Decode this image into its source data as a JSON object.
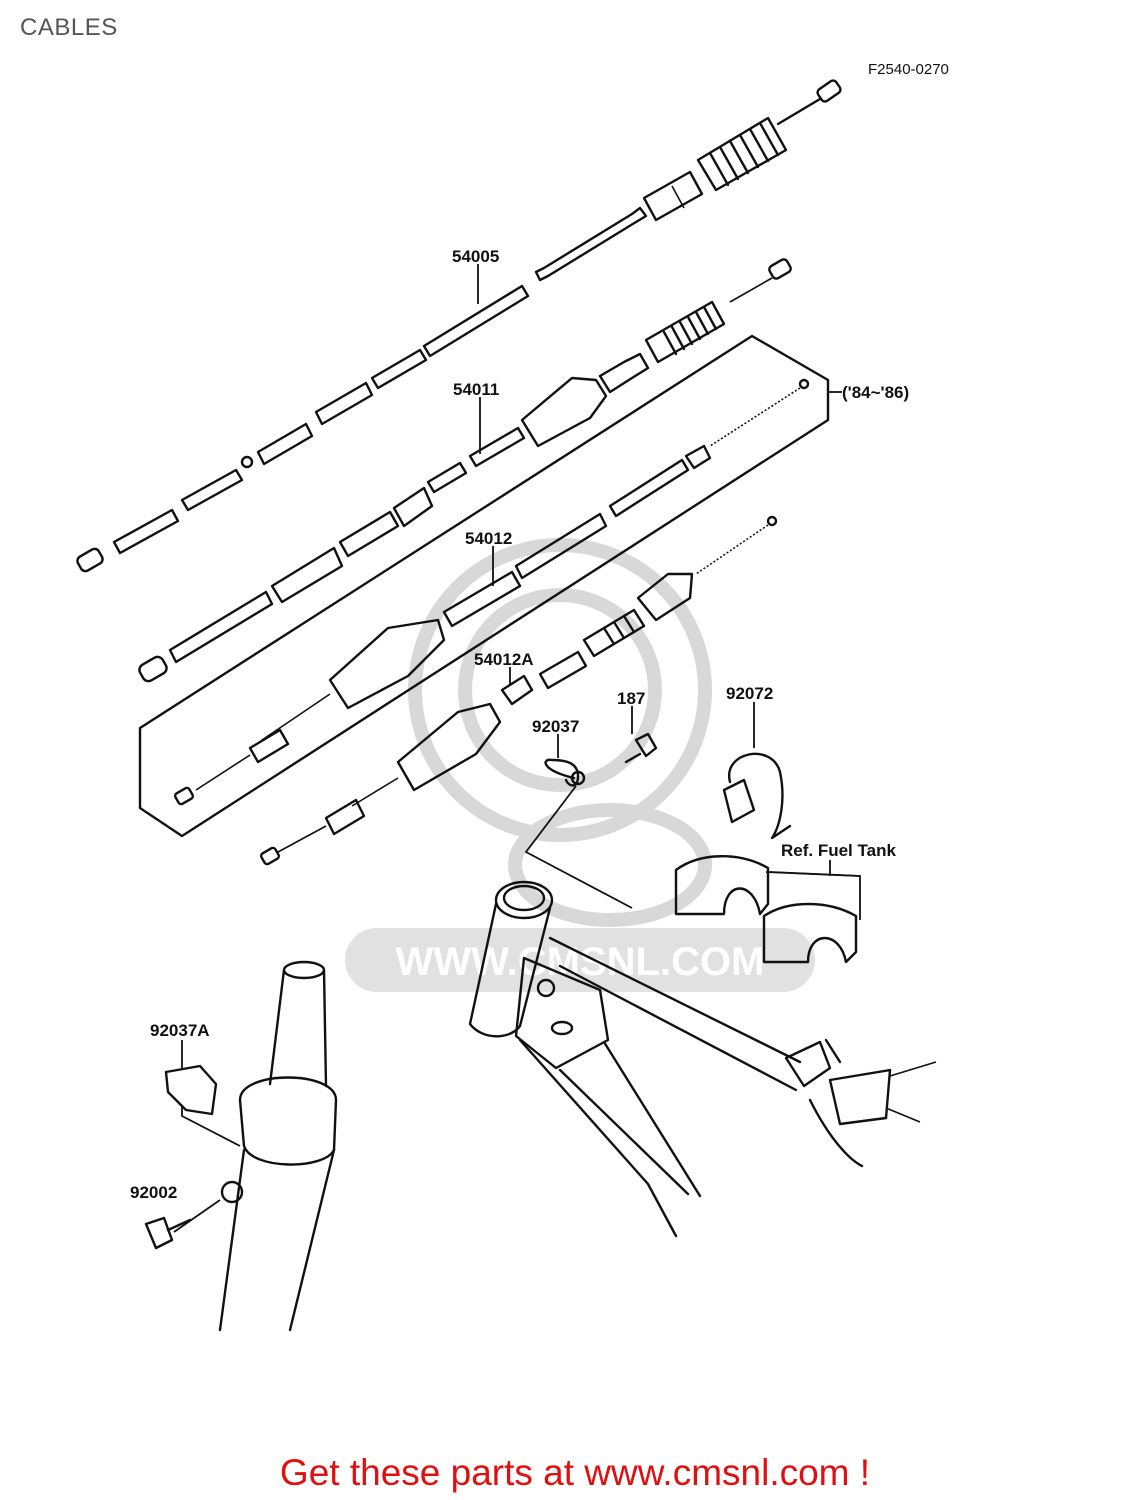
{
  "header": {
    "title": "CABLES"
  },
  "diagram": {
    "code": "F2540-0270",
    "year_range": "('84~'86)",
    "parts": [
      {
        "id": "54005"
      },
      {
        "id": "54011"
      },
      {
        "id": "54012"
      },
      {
        "id": "54012A"
      },
      {
        "id": "92037"
      },
      {
        "id": "187"
      },
      {
        "id": "92072"
      },
      {
        "id": "92037A"
      },
      {
        "id": "92002"
      }
    ],
    "reference": "Ref. Fuel Tank",
    "watermark": "WWW.CMSNL.COM"
  },
  "footer": {
    "cta": "Get these parts at www.cmsnl.com !"
  }
}
